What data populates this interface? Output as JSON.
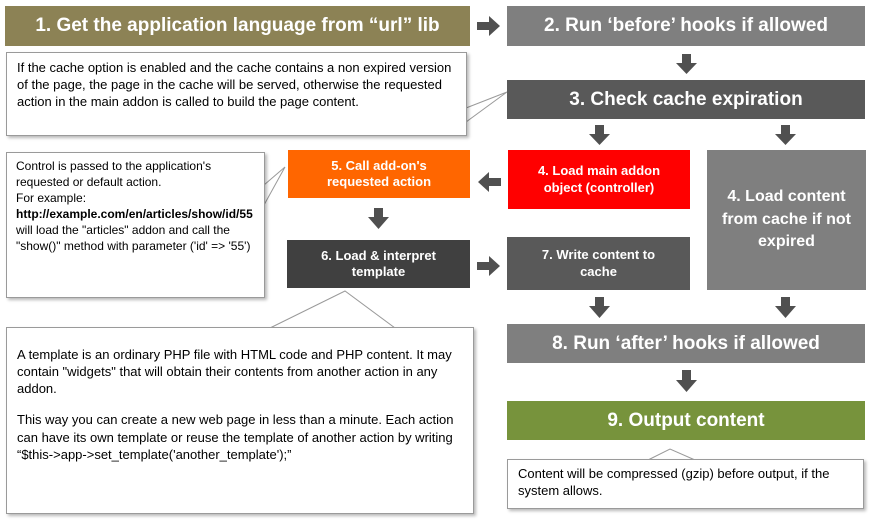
{
  "colors": {
    "olive": "#8c8255",
    "gray": "#7f7f7f",
    "dark_gray": "#595959",
    "orange": "#ff6600",
    "red": "#ff0000",
    "dark": "#404040",
    "green": "#77933c",
    "arrow": "#505050"
  },
  "steps": {
    "s1": "1. Get the application language from “url” lib",
    "s2": "2. Run ‘before’ hooks if allowed",
    "s3": "3. Check cache expiration",
    "s4a_line1": "4. Load main addon",
    "s4a_line2": "object (controller)",
    "s4b_line1": "4. Load content",
    "s4b_line2": "from cache if not",
    "s4b_line3": "expired",
    "s5_line1": "5. Call add-on's",
    "s5_line2": "requested action",
    "s6_line1": "6. Load & interpret",
    "s6_line2": "template",
    "s7_line1": "7. Write content to",
    "s7_line2": "cache",
    "s8": "8. Run ‘after’ hooks if allowed",
    "s9": "9. Output content"
  },
  "notes": {
    "cache": "If the cache option is enabled and the cache contains a non expired version of the page, the page in the cache will be served, otherwise the requested action in the main addon is called to build the page content.",
    "control_p1": "Control is passed to the application's requested or default action.",
    "control_p2": "For example:",
    "control_url": "http://example.com/en/articles/show/id/55",
    "control_p3": "will load the \"articles\" addon and call the \"show()\" method with parameter ('id' => '55')",
    "template_p1": "A template is an ordinary PHP file with HTML code and PHP content. It may contain \"widgets\" that will obtain their contents from another action in any addon.",
    "template_p2": "This way you can create a new web page in less than a minute. Each action can have its own template or reuse the template of another action by writing “$this->app->set_template('another_template');”",
    "gzip": "Content will be compressed (gzip) before output, if the system allows."
  }
}
